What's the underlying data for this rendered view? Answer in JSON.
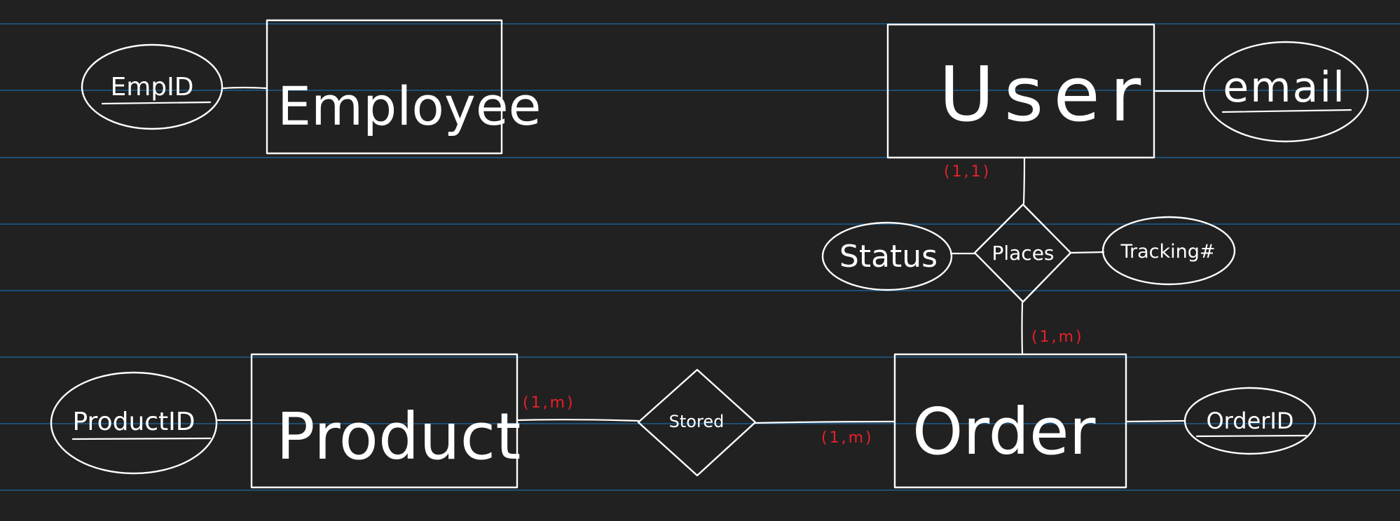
{
  "colors": {
    "background": "#212121",
    "ruled_lines": "#1d4e74",
    "ink": "#ffffff",
    "cardinality": "#e8202a"
  },
  "entities": {
    "employee": "Employee",
    "user": "User",
    "product": "Product",
    "order": "Order"
  },
  "relationships": {
    "places": "Places",
    "stored": "Stored"
  },
  "attributes": {
    "emp_id": "EmpID",
    "email": "email",
    "status": "Status",
    "tracking": "Tracking#",
    "product_id": "ProductID",
    "order_id": "OrderID"
  },
  "cardinalities": {
    "user_places": "(1,1)",
    "places_order": "(1,m)",
    "product_stored": "(1,m)",
    "stored_order": "(1,m)"
  }
}
